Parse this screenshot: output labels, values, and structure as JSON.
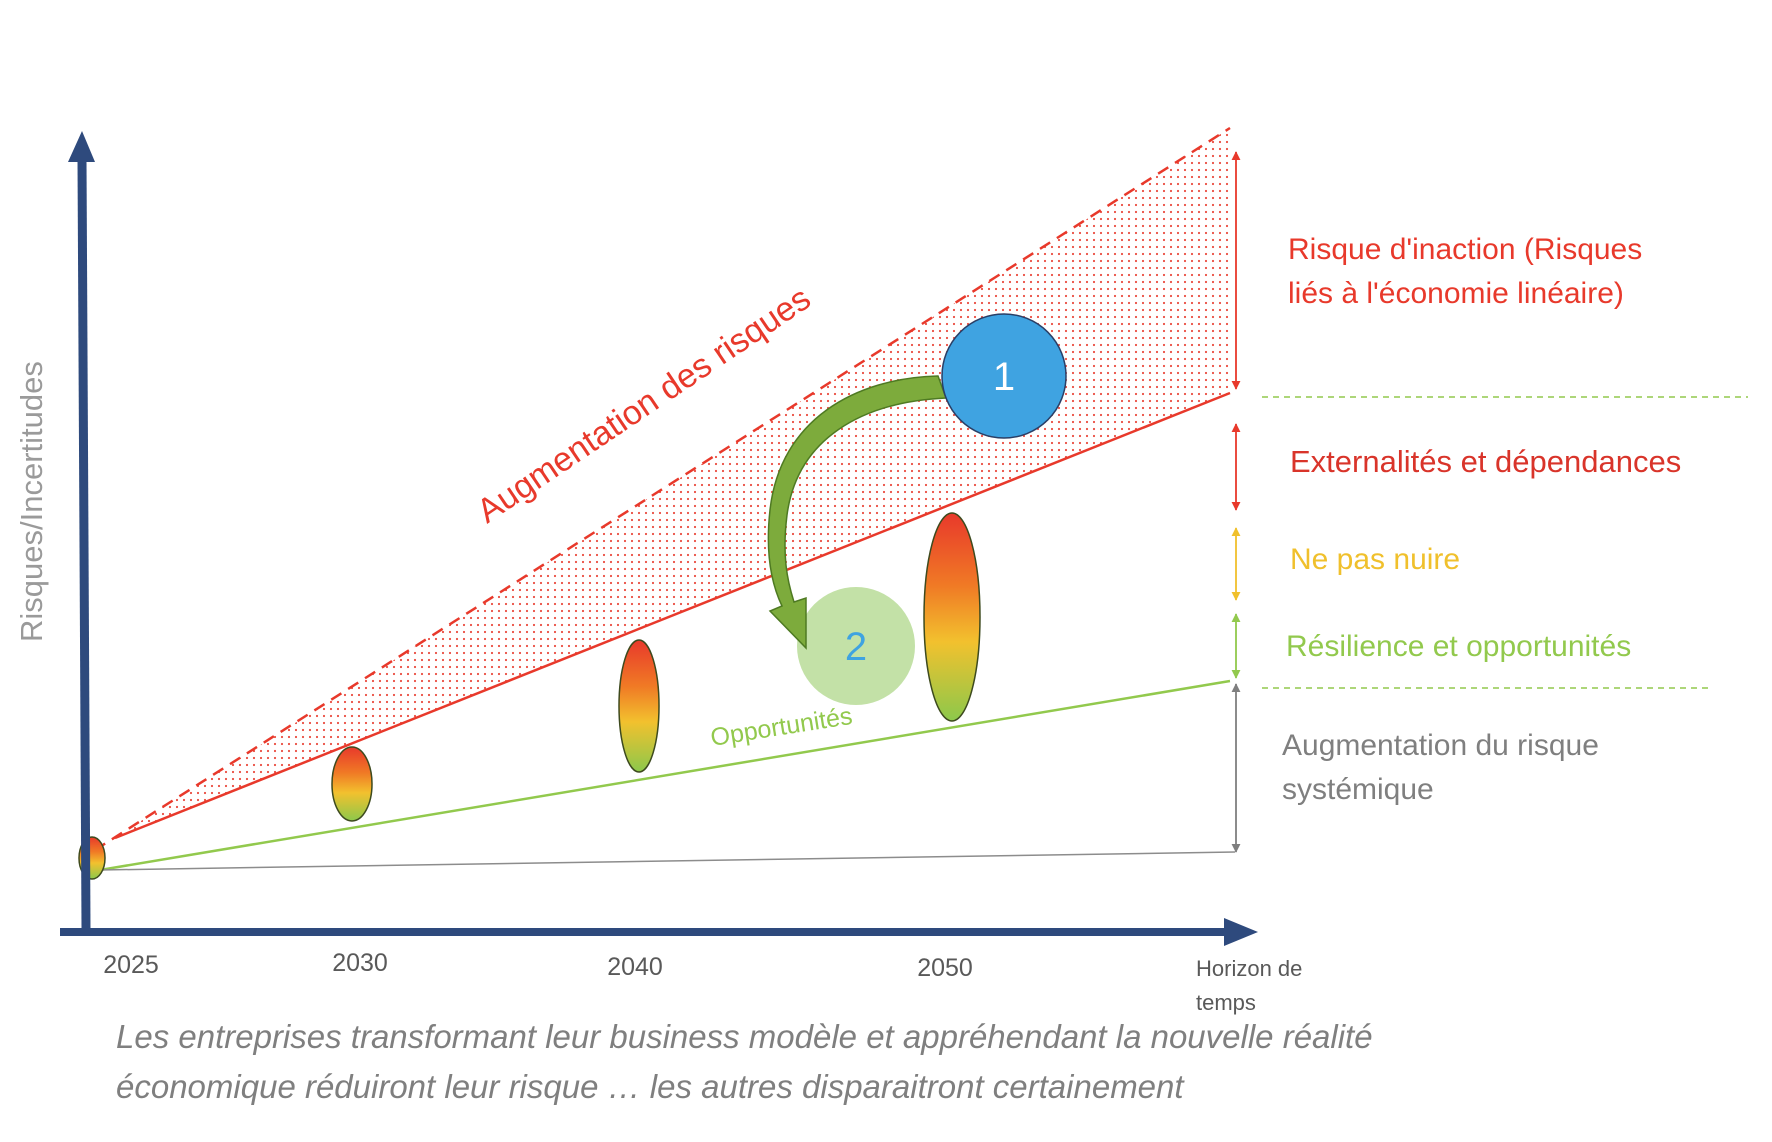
{
  "axes": {
    "y_label": "Risques/Incertitudes",
    "x_label": "Horizon de temps",
    "ticks": [
      "2025",
      "2030",
      "2040",
      "2050"
    ]
  },
  "labels": {
    "risk_rise": "Augmentation des risques",
    "opportunities": "Opportunités",
    "circle_1": "1",
    "circle_2": "2"
  },
  "legend": {
    "inaction": "Risque d'inaction (Risques\nliés à l'économie linéaire)",
    "externalities": "Externalités et dépendances",
    "do_no_harm": "Ne pas nuire",
    "resilience": "Résilience et opportunités",
    "systemic": "Augmentation du risque\nsystémique"
  },
  "caption": "Les entreprises transformant leur business modèle et appréhendant la nouvelle réalité\néconomique réduiront leur risque … les autres disparaitront certainement",
  "colors": {
    "axis": "#2e4a7d",
    "risk_red": "#e8392b",
    "opportunity_green": "#92c94d",
    "do_no_harm_yellow": "#f0c02c",
    "grey": "#7f7f7f",
    "circle_blue": "#3fa3e1",
    "circle_green": "#b9dc98"
  }
}
